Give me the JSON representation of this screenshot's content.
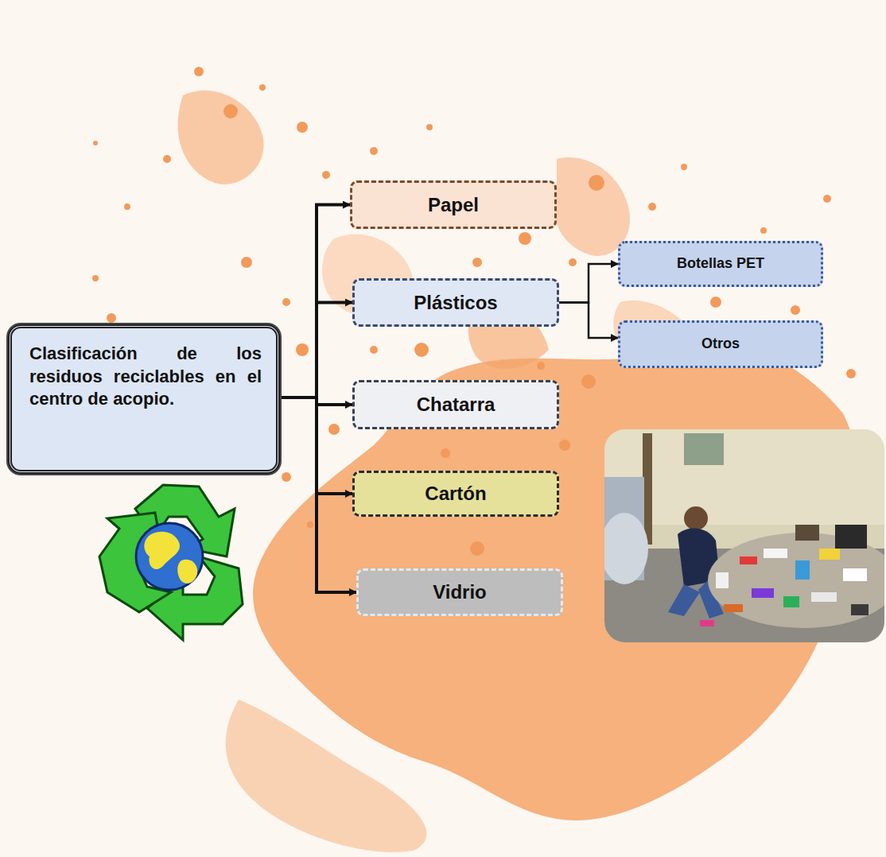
{
  "diagram": {
    "nodes": [
      {
        "text": [
          "Clasificación de los residuos reciclables en el centro de acopio."
        ]
      },
      {
        "text": [
          "Papel"
        ]
      },
      {
        "text": [
          "Plásticos"
        ]
      },
      {
        "text": [
          "Botellas PET"
        ]
      },
      {
        "text": [
          "Otros"
        ]
      },
      {
        "text": [
          "Chatarra"
        ]
      },
      {
        "text": [
          "Cartón"
        ]
      },
      {
        "text": [
          "Vidrio"
        ]
      }
    ],
    "edges": [
      {
        "from": 0,
        "to": 1,
        "arrow": "to"
      },
      {
        "from": 0,
        "to": 2,
        "arrow": "to"
      },
      {
        "from": 0,
        "to": 5,
        "arrow": "to"
      },
      {
        "from": 0,
        "to": 6,
        "arrow": "to"
      },
      {
        "from": 0,
        "to": 7,
        "arrow": "to"
      },
      {
        "from": 2,
        "to": 3,
        "arrow": "to"
      },
      {
        "from": 2,
        "to": 4,
        "arrow": "to"
      }
    ]
  }
}
